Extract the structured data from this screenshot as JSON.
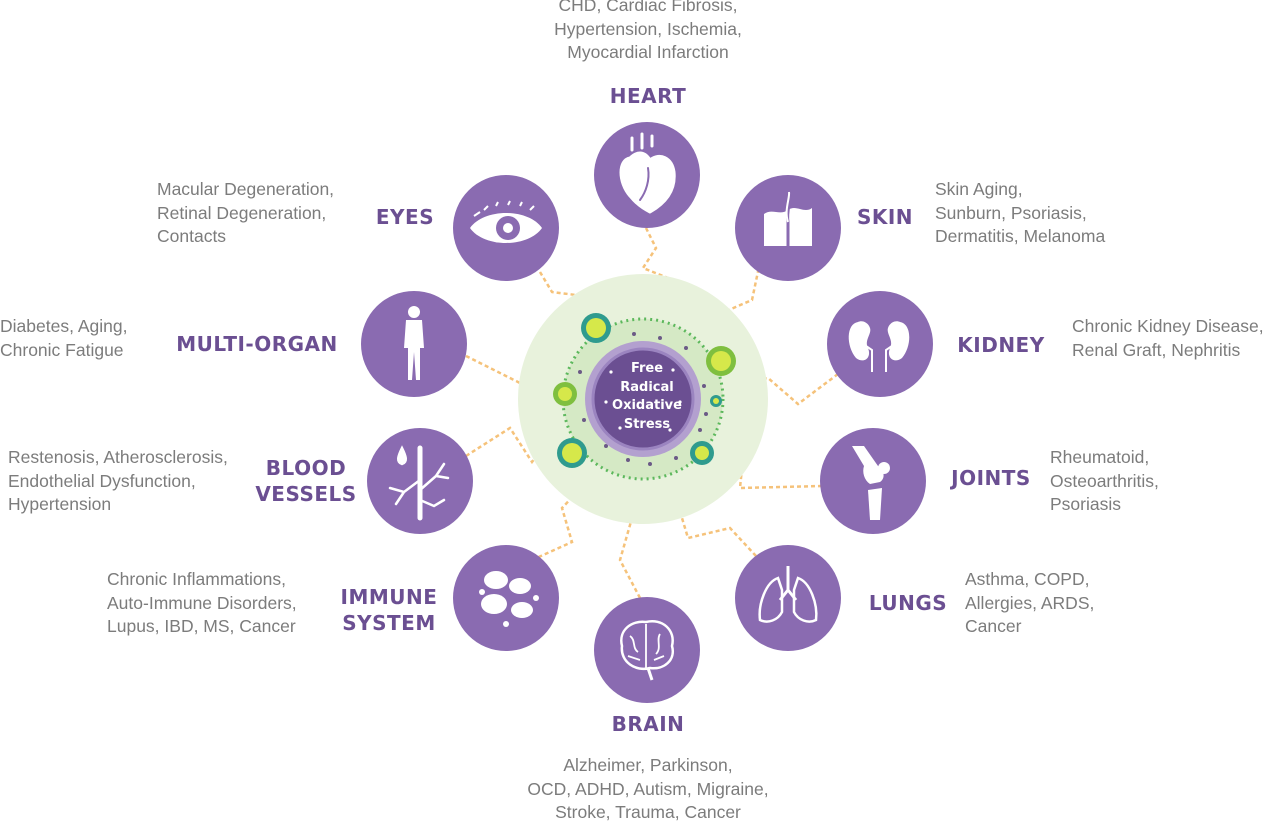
{
  "center": {
    "text": "Free\nRadical\nOxidative\nStress"
  },
  "colors": {
    "circle": "#8a6bb1",
    "label": "#6b4f92",
    "text": "#7c7c7c",
    "connector": "#f5c27a",
    "halo": "#e8f2dc",
    "dots": "#5cb85c"
  },
  "organs": [
    {
      "id": "heart",
      "icon": "heart-icon",
      "label": "HEART",
      "conditions": "CHD, Cardiac Fibrosis,\nHypertension, Ischemia,\nMyocardial Infarction"
    },
    {
      "id": "skin",
      "icon": "skin-layer-icon",
      "label": "SKIN",
      "conditions": "Skin Aging,\nSunburn, Psoriasis,\nDermatitis, Melanoma"
    },
    {
      "id": "kidney",
      "icon": "kidneys-icon",
      "label": "KIDNEY",
      "conditions": "Chronic Kidney Disease,\nRenal Graft, Nephritis"
    },
    {
      "id": "joints",
      "icon": "knee-joint-icon",
      "label": "JOINTS",
      "conditions": "Rheumatoid,\nOsteoarthritis,\nPsoriasis"
    },
    {
      "id": "lungs",
      "icon": "lungs-icon",
      "label": "LUNGS",
      "conditions": "Asthma, COPD,\nAllergies, ARDS,\nCancer"
    },
    {
      "id": "brain",
      "icon": "brain-icon",
      "label": "BRAIN",
      "conditions": "Alzheimer, Parkinson,\nOCD, ADHD, Autism, Migraine,\nStroke, Trauma, Cancer"
    },
    {
      "id": "immune",
      "icon": "immune-cells-icon",
      "label": "IMMUNE\nSYSTEM",
      "conditions": "Chronic Inflammations,\nAuto-Immune Disorders,\nLupus, IBD, MS, Cancer"
    },
    {
      "id": "blood",
      "icon": "blood-vessels-icon",
      "label": "BLOOD\nVESSELS",
      "conditions": "Restenosis, Atherosclerosis,\nEndothelial Dysfunction,\nHypertension"
    },
    {
      "id": "multi",
      "icon": "human-body-icon",
      "label": "MULTI-ORGAN",
      "conditions": "Diabetes, Aging,\nChronic Fatigue"
    },
    {
      "id": "eyes",
      "icon": "eye-icon",
      "label": "EYES",
      "conditions": "Macular Degeneration,\nRetinal Degeneration,\nContacts"
    }
  ]
}
